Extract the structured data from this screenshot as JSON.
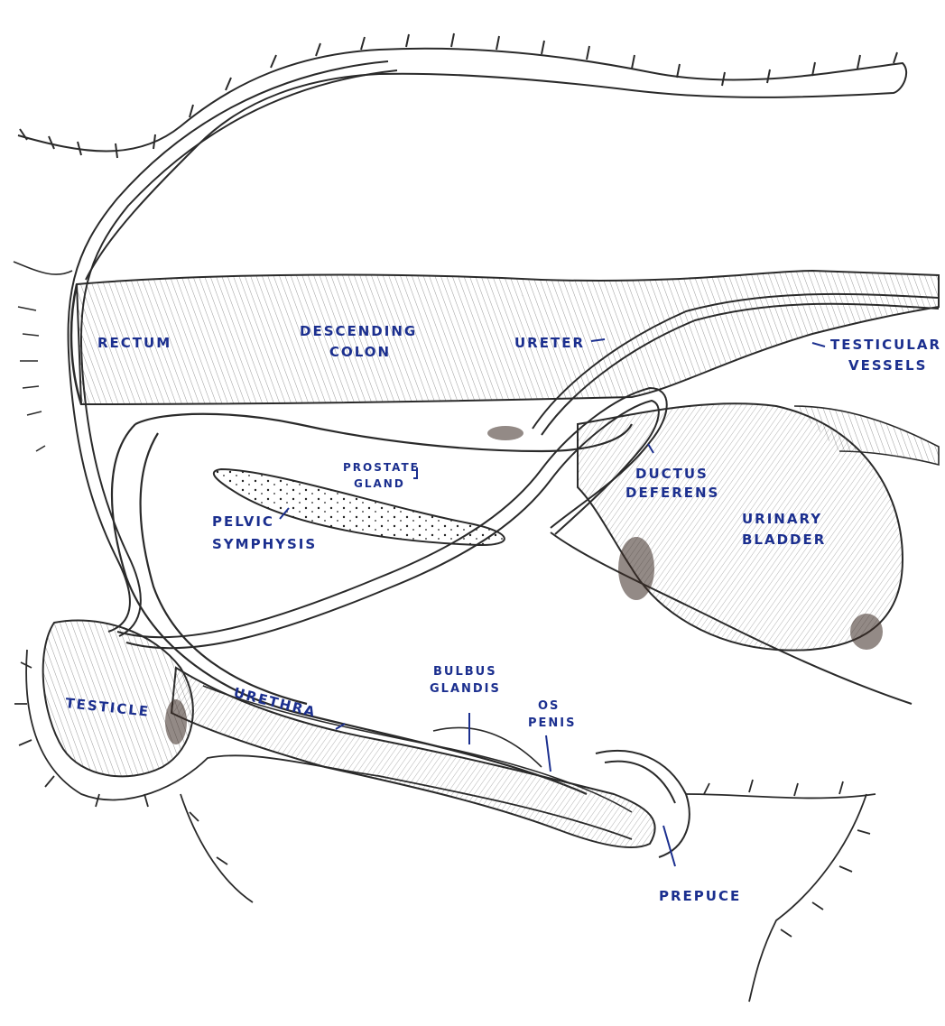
{
  "colors": {
    "ink": "#2a2a2a",
    "label": "#1b2f8f",
    "background": "#ffffff",
    "shade": "#3a2a22"
  },
  "labels": {
    "rectum": "RECTUM",
    "descending_colon_1": "DESCENDING",
    "descending_colon_2": "COLON",
    "ureter": "URETER",
    "testicular_vessels_1": "TESTICULAR",
    "testicular_vessels_2": "VESSELS",
    "prostate_gland_1": "PROSTATE",
    "prostate_gland_2": "GLAND",
    "ductus_deferens_1": "DUCTUS",
    "ductus_deferens_2": "DEFERENS",
    "pelvic_symphysis_1": "PELVIC",
    "pelvic_symphysis_2": "SYMPHYSIS",
    "urinary_bladder_1": "URINARY",
    "urinary_bladder_2": "BLADDER",
    "testicle": "TESTICLE",
    "urethra": "URETHRA",
    "bulbus_glandis_1": "BULBUS",
    "bulbus_glandis_2": "GLANDIS",
    "os_penis_1": "OS",
    "os_penis_2": "PENIS",
    "prepuce": "PREPUCE"
  }
}
